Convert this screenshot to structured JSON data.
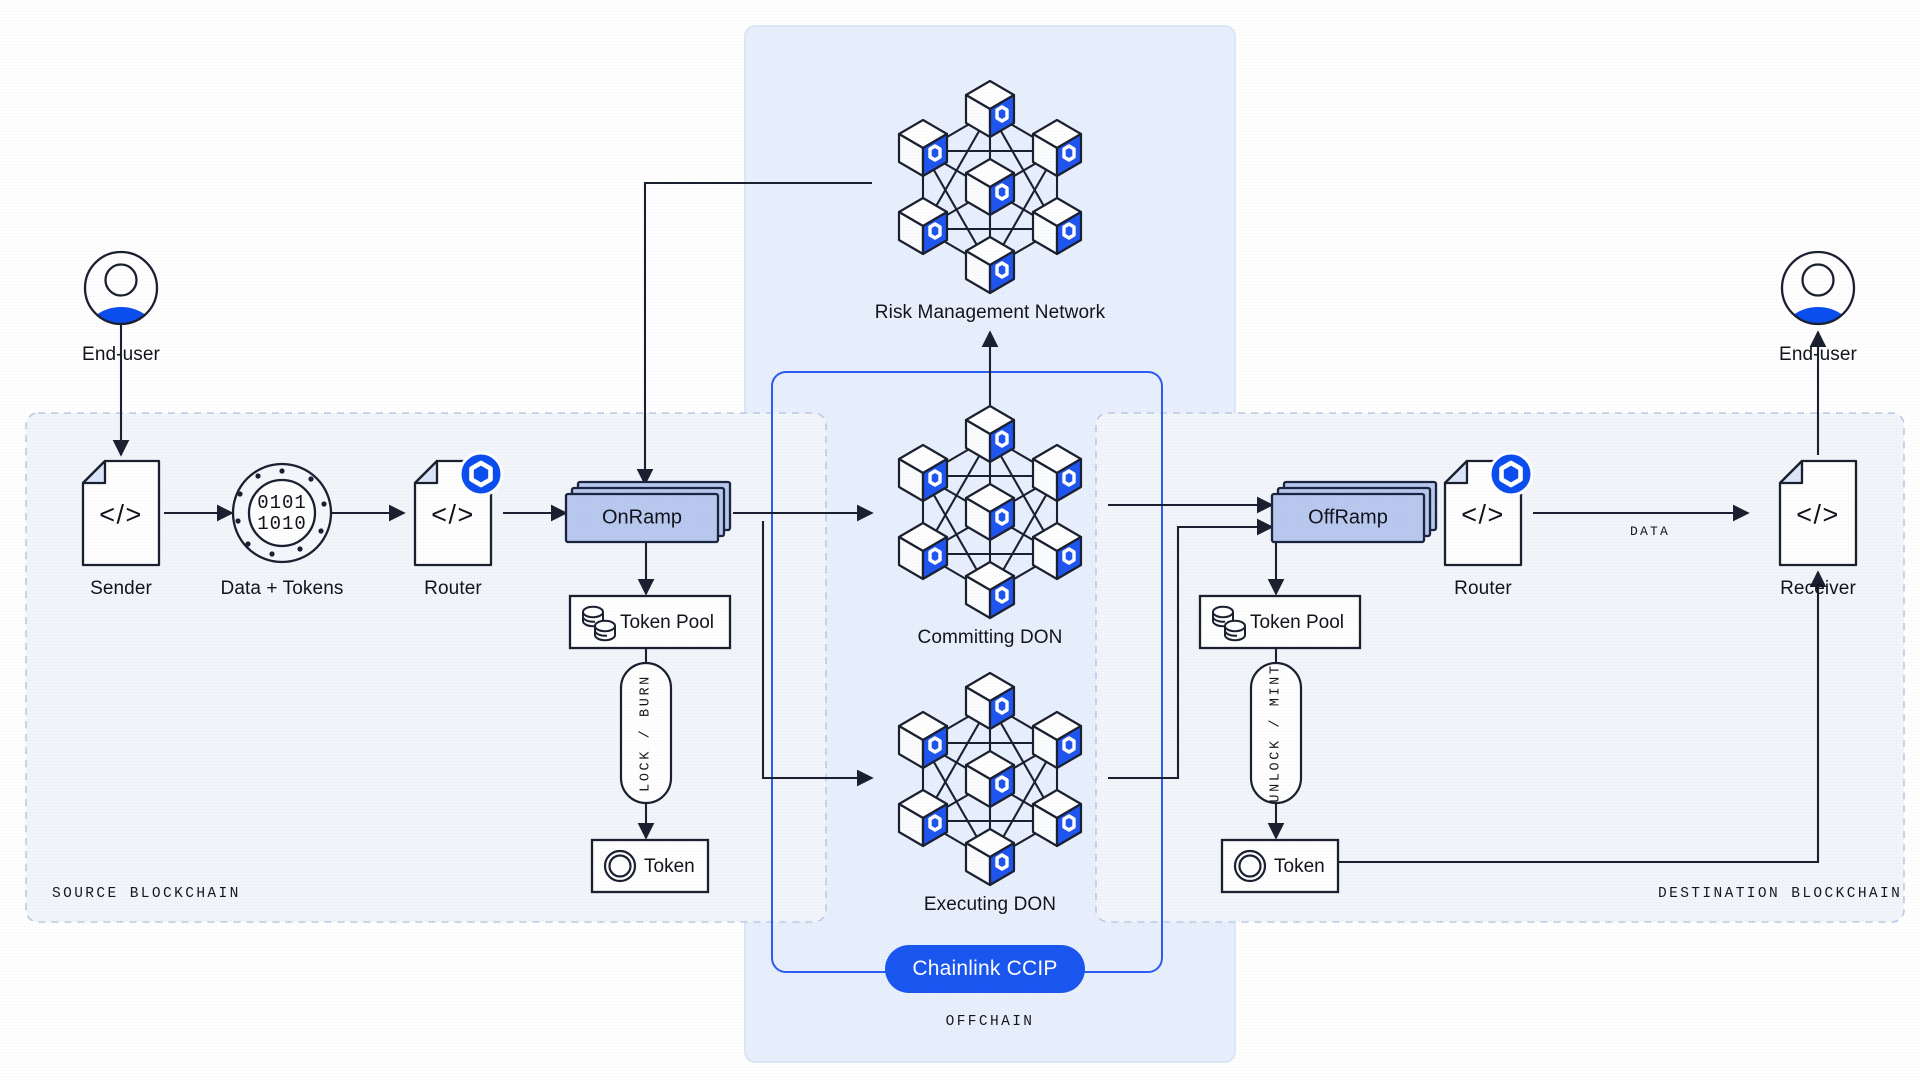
{
  "diagram": {
    "title": "Chainlink CCIP cross-chain token and data transfer architecture",
    "colors": {
      "accent_blue": "#1a56f0",
      "node_blue": "#1f55f0",
      "ramp_fill": "#b9c8ef",
      "ramp_border": "#1b2440",
      "panel_offchain": "#e9f0fd",
      "panel_chain": "#f1f4fa",
      "chain_border": "#b9c9e8",
      "stroke_dark": "#1b2030"
    }
  },
  "zones": {
    "source": {
      "label": "SOURCE BLOCKCHAIN"
    },
    "destination": {
      "label": "DESTINATION BLOCKCHAIN"
    },
    "offchain": {
      "label": "OFFCHAIN"
    },
    "ccip": {
      "label": "Chainlink CCIP"
    }
  },
  "source_chain": {
    "end_user": {
      "label": "End-user",
      "icon": "user-avatar-icon"
    },
    "sender": {
      "label": "Sender",
      "icon": "code-document-icon",
      "glyph": "</>"
    },
    "data_tokens": {
      "label": "Data + Tokens",
      "icon": "data-disc-icon",
      "line1": "0101",
      "line2": "1010"
    },
    "router": {
      "label": "Router",
      "icon": "code-document-icon",
      "glyph": "</>",
      "badge": "chainlink-hex-icon"
    },
    "onramp": {
      "label": "OnRamp"
    },
    "token_pool": {
      "label": "Token Pool",
      "icon": "coins-stack-icon"
    },
    "pool_action": {
      "label": "LOCK / BURN"
    },
    "token": {
      "label": "Token",
      "icon": "token-ring-icon"
    }
  },
  "destination_chain": {
    "end_user": {
      "label": "End-user",
      "icon": "user-avatar-icon"
    },
    "receiver": {
      "label": "Receiver",
      "icon": "code-document-icon",
      "glyph": "</>"
    },
    "router": {
      "label": "Router",
      "icon": "code-document-icon",
      "glyph": "</>",
      "badge": "chainlink-hex-icon"
    },
    "offramp": {
      "label": "OffRamp"
    },
    "token_pool": {
      "label": "Token Pool",
      "icon": "coins-stack-icon"
    },
    "pool_action": {
      "label": "UNLOCK / MINT"
    },
    "token": {
      "label": "Token",
      "icon": "token-ring-icon"
    },
    "data_edge": {
      "label": "DATA"
    }
  },
  "offchain_networks": {
    "rmn": {
      "label": "Risk Management Network",
      "icon": "node-network-icon",
      "nodes": 7
    },
    "committing_don": {
      "label": "Committing DON",
      "icon": "node-network-icon",
      "nodes": 7
    },
    "executing_don": {
      "label": "Executing DON",
      "icon": "node-network-icon",
      "nodes": 7
    }
  }
}
